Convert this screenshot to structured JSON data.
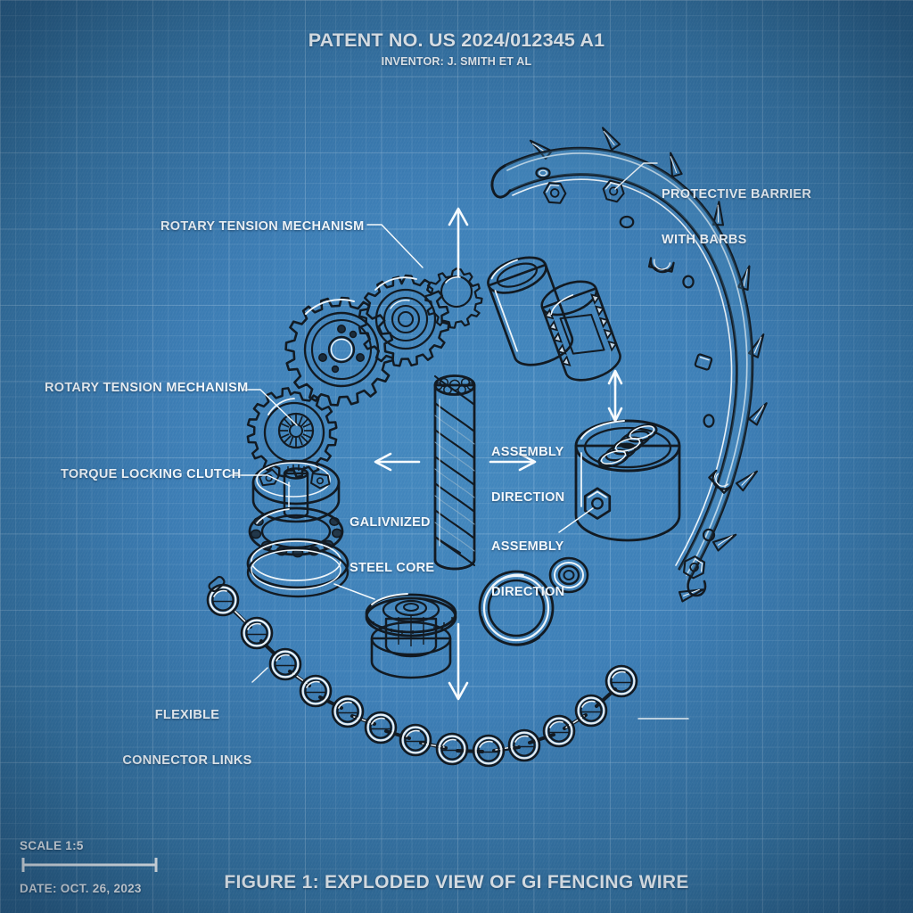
{
  "header": {
    "patent_no": "PATENT NO. US 2024/012345 A1",
    "inventor": "INVENTOR: J. SMITH ET AL"
  },
  "footer": {
    "figure_caption": "FIGURE 1: EXPLODED VIEW OF GI FENCING WIRE",
    "scale_label": "SCALE 1:5",
    "date_label": "DATE: OCT. 26, 2023"
  },
  "callouts": {
    "rotary_tension_top": "ROTARY TENSION MECHANISM",
    "rotary_tension_left": "ROTARY TENSION MECHANISM",
    "torque_clutch": "TORQUE LOCKING CLUTCH",
    "flexible_links_l1": "FLEXIBLE",
    "flexible_links_l2": "CONNECTOR LINKS",
    "barrier_l1": "PROTECTIVE BARRIER",
    "barrier_l2": "WITH BARBS",
    "core_l1": "GALIVNIZED",
    "core_l2": "STEEL CORE",
    "assembly_right_l1": "ASSEMBLY",
    "assembly_right_l2": "DIRECTION",
    "assembly_lower_l1": "ASSEMBLY",
    "assembly_lower_l2": "DIRECTION"
  },
  "colors": {
    "background_blue": "#3d7fb7",
    "grid_line": "#e2f0fa",
    "ink_dark": "#111820",
    "ink_light": "#f2f7fb",
    "part_fill": "#4f93c6"
  }
}
